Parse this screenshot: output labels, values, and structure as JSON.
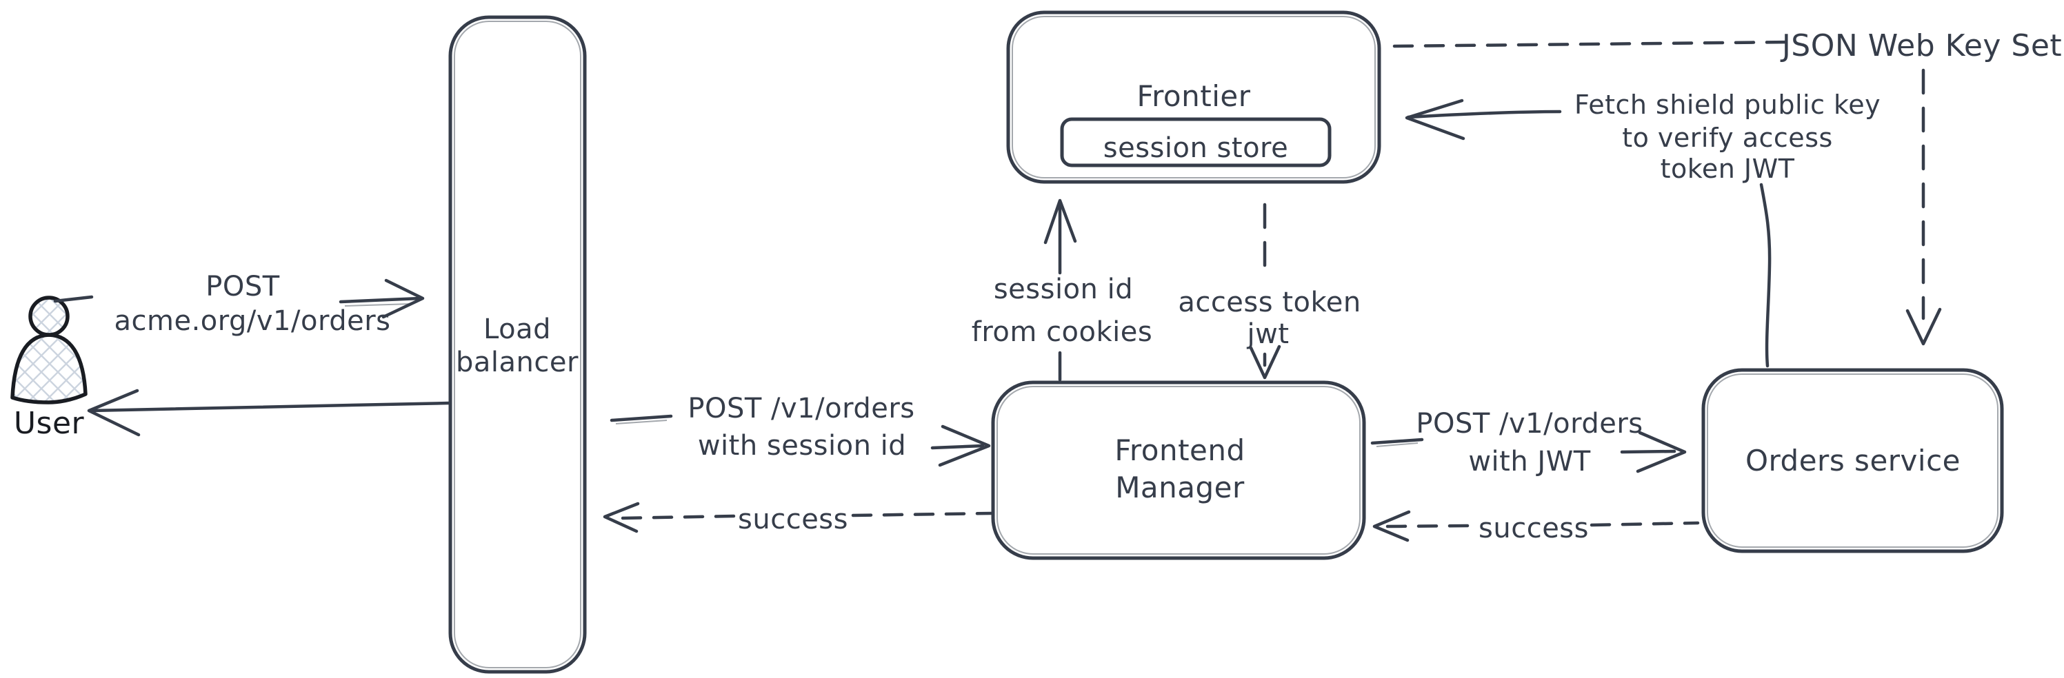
{
  "title": "Session to JWT auth flow diagram",
  "colors": {
    "stroke": "#363d4a",
    "person_stroke": "#191c22",
    "hatch_fill": "#ccd4df",
    "background": "#ffffff"
  },
  "nodes": {
    "user": {
      "label": "User"
    },
    "load_balancer": {
      "line1": "Load",
      "line2": "balancer"
    },
    "frontier": {
      "label": "Frontier",
      "store": "session store"
    },
    "frontend_manager": {
      "line1": "Frontend",
      "line2": "Manager"
    },
    "orders_service": {
      "label": "Orders service"
    }
  },
  "edges": {
    "user_to_lb": {
      "line1": "POST",
      "line2": "acme.org/v1/orders"
    },
    "lb_to_fm": {
      "line1": "POST /v1/orders",
      "line2": "with session id"
    },
    "fm_to_lb": {
      "label": "success"
    },
    "fm_to_frontier": {
      "line1": "session id",
      "line2": "from cookies"
    },
    "frontier_to_fm": {
      "line1": "access token",
      "line2": "jwt"
    },
    "fm_to_orders": {
      "line1": "POST /v1/orders",
      "line2": "with JWT"
    },
    "orders_to_fm": {
      "label": "success"
    },
    "jwks_fetch": {
      "line1": "Fetch shield public key",
      "line2": "to verify access",
      "line3": "token JWT"
    },
    "jwks": {
      "label": "JSON Web Key Set"
    }
  }
}
